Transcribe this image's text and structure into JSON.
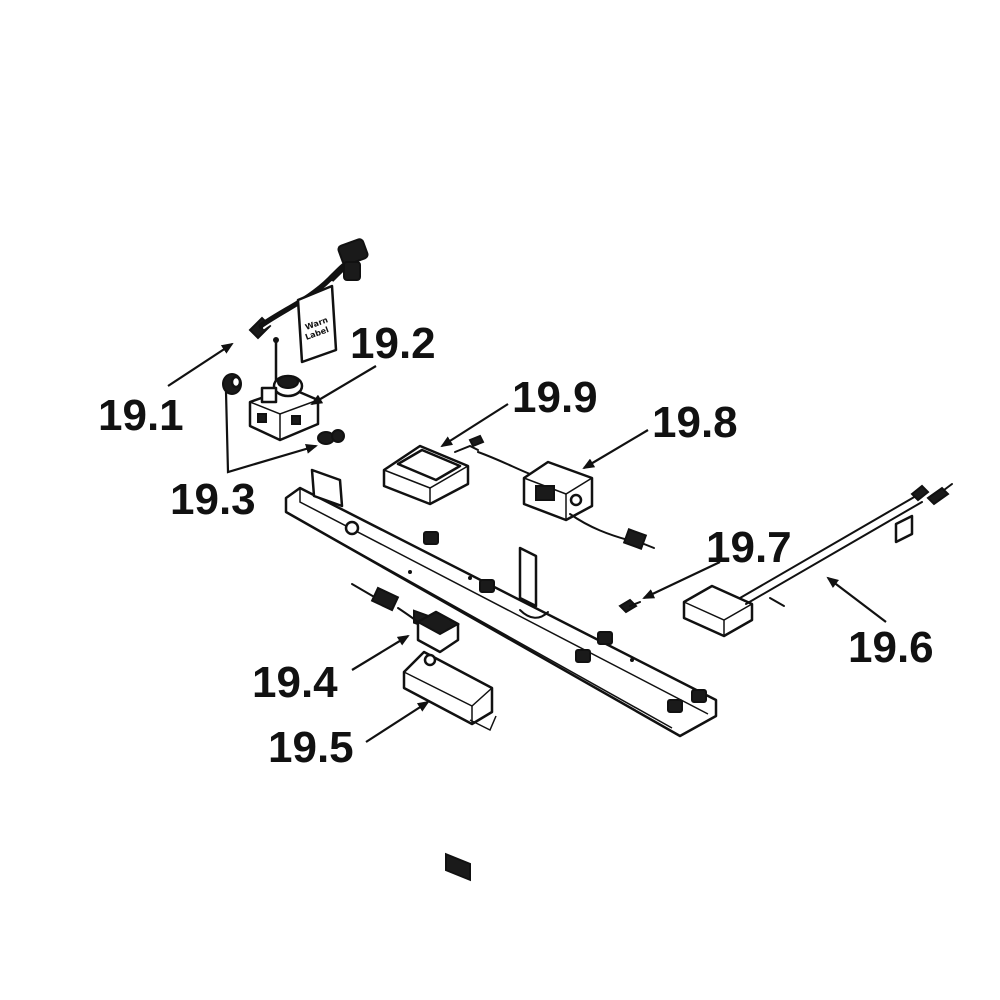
{
  "callouts": {
    "c19_1": "19.1",
    "c19_2": "19.2",
    "c19_3": "19.3",
    "c19_4": "19.4",
    "c19_5": "19.5",
    "c19_6": "19.6",
    "c19_7": "19.7",
    "c19_8": "19.8",
    "c19_9": "19.9"
  },
  "colors": {
    "ink": "#111111",
    "background": "#ffffff"
  }
}
